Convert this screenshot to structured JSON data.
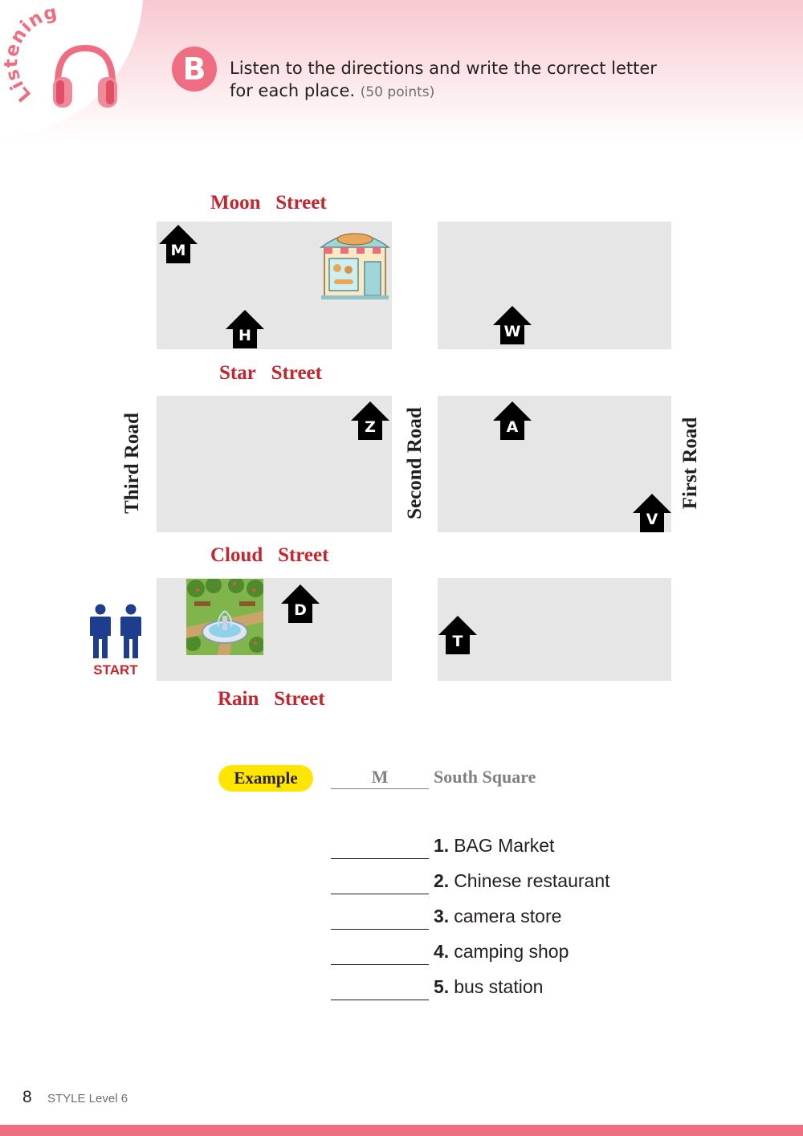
{
  "header": {
    "section_label": "Listening",
    "badge": "B",
    "instruction_line1": "Listen to the directions and write the correct letter",
    "instruction_line2": "for each place.",
    "points": "(50 points)"
  },
  "map": {
    "streets": {
      "moon": [
        "Moon",
        "Street"
      ],
      "star": [
        "Star",
        "Street"
      ],
      "cloud": [
        "Cloud",
        "Street"
      ],
      "rain": [
        "Rain",
        "Street"
      ]
    },
    "roads": {
      "third": "Third   Road",
      "second": "Second   Road",
      "first": "First   Road"
    },
    "house_letters": {
      "m": "M",
      "h": "H",
      "w": "W",
      "z": "Z",
      "a": "A",
      "v": "V",
      "d": "D",
      "t": "T"
    },
    "start_label": "START"
  },
  "example": {
    "pill": "Example",
    "answer": "M",
    "place": "South Square"
  },
  "items": [
    {
      "num": "1.",
      "label": "BAG Market"
    },
    {
      "num": "2.",
      "label": "Chinese restaurant"
    },
    {
      "num": "3.",
      "label": "camera store"
    },
    {
      "num": "4.",
      "label": "camping shop"
    },
    {
      "num": "5.",
      "label": "bus station"
    }
  ],
  "footer": {
    "page_number": "8",
    "series": "STYLE Level 6"
  },
  "colors": {
    "accent_pink": "#ee6d80",
    "street_red": "#c1272d",
    "block_gray": "#e6e6e6",
    "start_blue": "#1f3d8f",
    "highlight_yellow": "#ffe600"
  }
}
